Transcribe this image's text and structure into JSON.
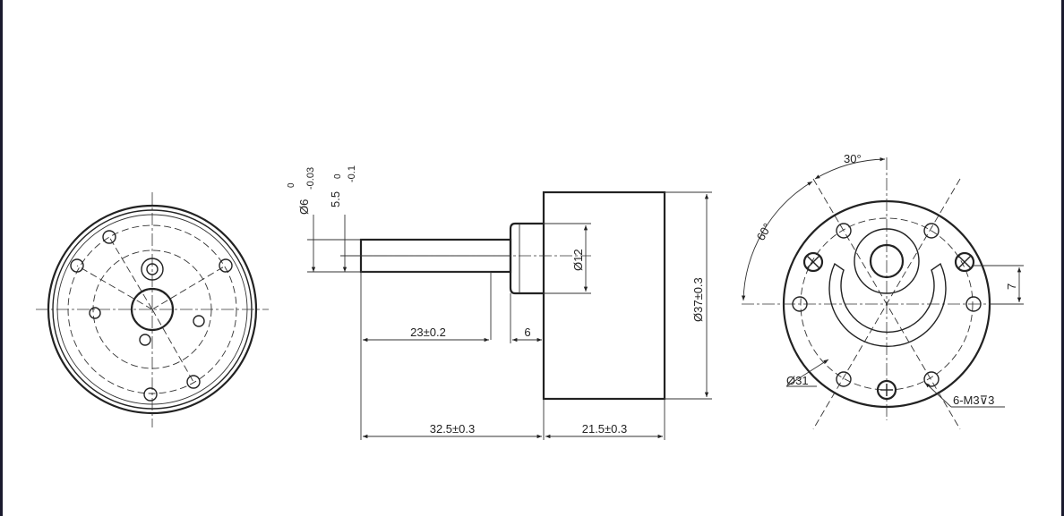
{
  "labels": {
    "shaft_dia_main": "Ø6",
    "shaft_dia_upper": "0",
    "shaft_dia_lower": "-0.03",
    "flat_main": "5.5",
    "flat_upper": "0",
    "flat_lower": "-0.1",
    "boss_dia": "Ø12",
    "body_dia": "Ø37±0.3",
    "shaft_length": "23±0.2",
    "boss_length": "6",
    "total_shaft": "32.5±0.3",
    "body_length": "21.5±0.3",
    "angle_30": "30°",
    "angle_60": "60°",
    "offset_7": "7",
    "bolt_circle": "Ø31",
    "screw_spec": "6-M3⊽3"
  }
}
